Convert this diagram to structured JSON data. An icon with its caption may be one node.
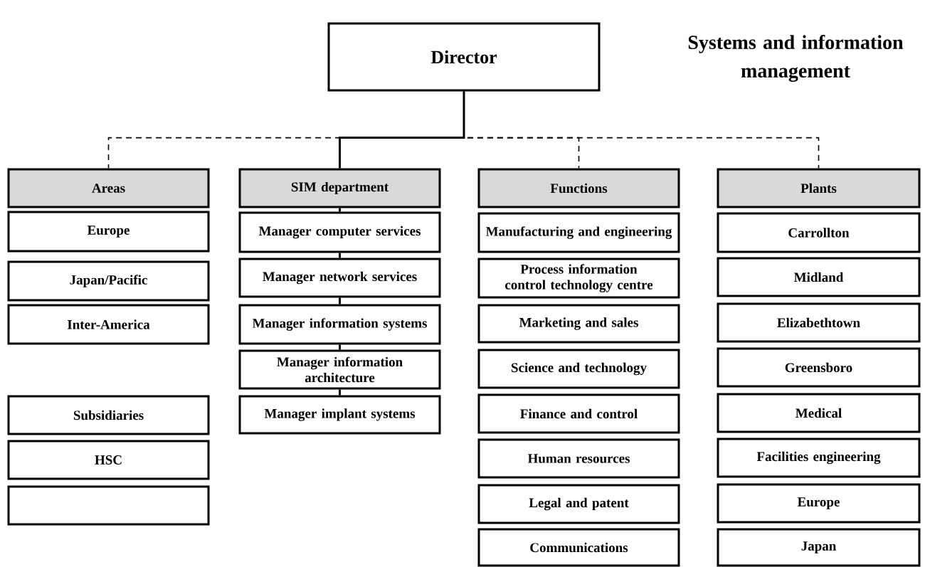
{
  "diagram": {
    "title": "Systems and information management",
    "nodes": [
      {
        "text": [
          "Director"
        ]
      },
      {
        "text": [
          "Areas"
        ]
      },
      {
        "text": [
          "Europe"
        ]
      },
      {
        "text": [
          "Japan/Pacific"
        ]
      },
      {
        "text": [
          "Inter-America"
        ]
      },
      {
        "text": [
          "Subsidiaries"
        ]
      },
      {
        "text": [
          "HSC"
        ]
      },
      {
        "text": [],
        "shape": "box"
      },
      {
        "text": [
          "SIM department"
        ]
      },
      {
        "text": [
          "Manager computer services"
        ]
      },
      {
        "text": [
          "Manager network services"
        ]
      },
      {
        "text": [
          "Manager information systems"
        ]
      },
      {
        "text": [
          "Manager information architecture"
        ]
      },
      {
        "text": [
          "Manager implant systems"
        ]
      },
      {
        "text": [
          "Functions"
        ]
      },
      {
        "text": [
          "Manufacturing and engineering"
        ]
      },
      {
        "text": [
          "Process information control technology centre"
        ]
      },
      {
        "text": [
          "Marketing and sales"
        ]
      },
      {
        "text": [
          "Science and technology"
        ]
      },
      {
        "text": [
          "Finance and control"
        ]
      },
      {
        "text": [
          "Human resources"
        ]
      },
      {
        "text": [
          "Legal and patent"
        ]
      },
      {
        "text": [
          "Communications"
        ]
      },
      {
        "text": [
          "Plants"
        ]
      },
      {
        "text": [
          "Carrollton"
        ]
      },
      {
        "text": [
          "Midland"
        ]
      },
      {
        "text": [
          "Elizabethtown"
        ]
      },
      {
        "text": [
          "Greensboro"
        ]
      },
      {
        "text": [
          "Medical"
        ]
      },
      {
        "text": [
          "Facilities engineering"
        ]
      },
      {
        "text": [
          "Europe"
        ]
      },
      {
        "text": [
          "Japan"
        ]
      }
    ],
    "edges": [
      {
        "from": 0,
        "to": 1,
        "arrow": "none",
        "style": "dashed"
      },
      {
        "from": 0,
        "to": 8,
        "arrow": "none"
      },
      {
        "from": 0,
        "to": 14,
        "arrow": "none",
        "style": "dashed"
      },
      {
        "from": 0,
        "to": 23,
        "arrow": "none",
        "style": "dashed"
      },
      {
        "from": 8,
        "to": 9,
        "arrow": "none"
      },
      {
        "from": 9,
        "to": 10,
        "arrow": "none"
      },
      {
        "from": 10,
        "to": 11,
        "arrow": "none"
      },
      {
        "from": 11,
        "to": 12,
        "arrow": "none"
      },
      {
        "from": 12,
        "to": 13,
        "arrow": "none"
      }
    ]
  }
}
